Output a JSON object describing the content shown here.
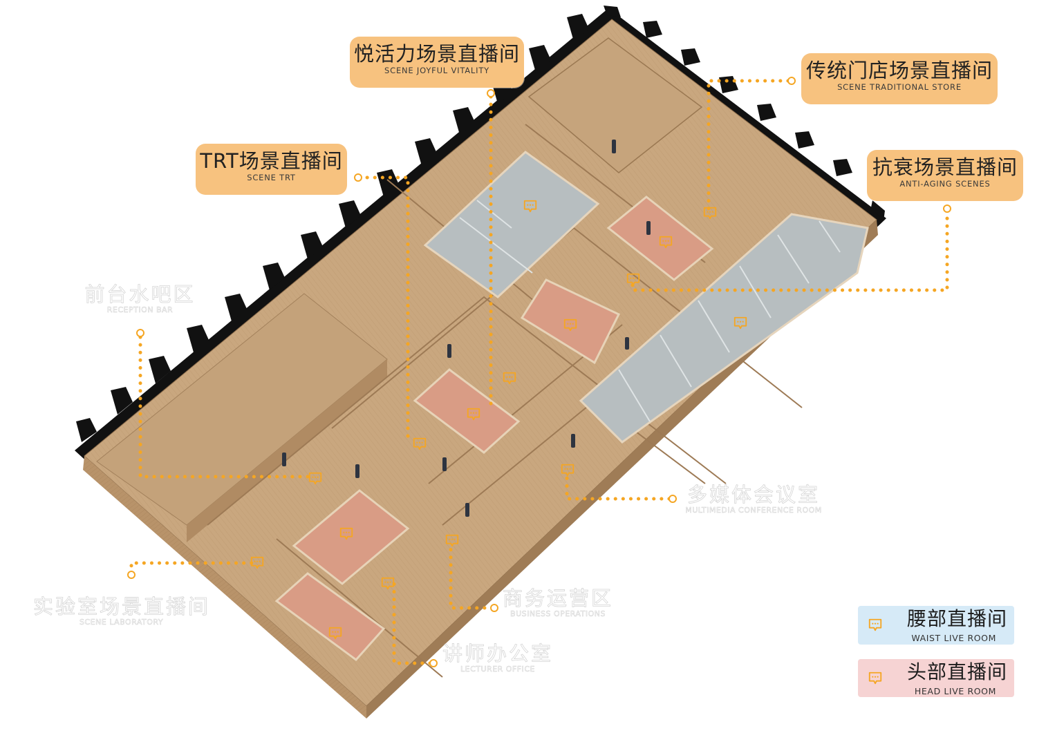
{
  "diagram": {
    "type": "isometric axonometric floor plan",
    "colors": {
      "wood": "#c9a77f",
      "wood_dark": "#a9865f",
      "outline": "#111111",
      "waist_room_fill": "#b9c0c2",
      "head_room_fill": "#d99c85",
      "callout_bg": "#f7c27f",
      "leader_line": "#f5a623",
      "legend_waist_bg": "#d6eaf7",
      "legend_head_bg": "#f6d3d3"
    }
  },
  "callouts": [
    {
      "id": "joyful-vitality",
      "cn": "悦活力场景直播间",
      "en": "SCENE JOYFUL VITALITY"
    },
    {
      "id": "traditional-store",
      "cn": "传统门店场景直播间",
      "en": "SCENE TRADITIONAL STORE"
    },
    {
      "id": "trt",
      "cn": "TRT场景直播间",
      "en": "SCENE TRT"
    },
    {
      "id": "anti-aging",
      "cn": "抗衰场景直播间",
      "en": "ANTI-AGING SCENES"
    }
  ],
  "ghost_labels": [
    {
      "id": "reception-bar",
      "cn": "前台水吧区",
      "en": "RECEPTION BAR"
    },
    {
      "id": "conference-room",
      "cn": "多媒体会议室",
      "en": "MULTIMEDIA CONFERENCE ROOM"
    },
    {
      "id": "laboratory",
      "cn": "实验室场景直播间",
      "en": "SCENE LABORATORY"
    },
    {
      "id": "business-operations",
      "cn": "商务运营区",
      "en": "BUSINESS OPERATIONS"
    },
    {
      "id": "lecturer-office",
      "cn": "讲师办公室",
      "en": "LECTURER OFFICE"
    }
  ],
  "legend": [
    {
      "id": "waist",
      "cn": "腰部直播间",
      "en": "WAIST LIVE ROOM",
      "icon": "chat-bubble-icon",
      "bg": "#d6eaf7"
    },
    {
      "id": "head",
      "cn": "头部直播间",
      "en": "HEAD LIVE ROOM",
      "icon": "chat-bubble-icon",
      "bg": "#f6d3d3"
    }
  ]
}
